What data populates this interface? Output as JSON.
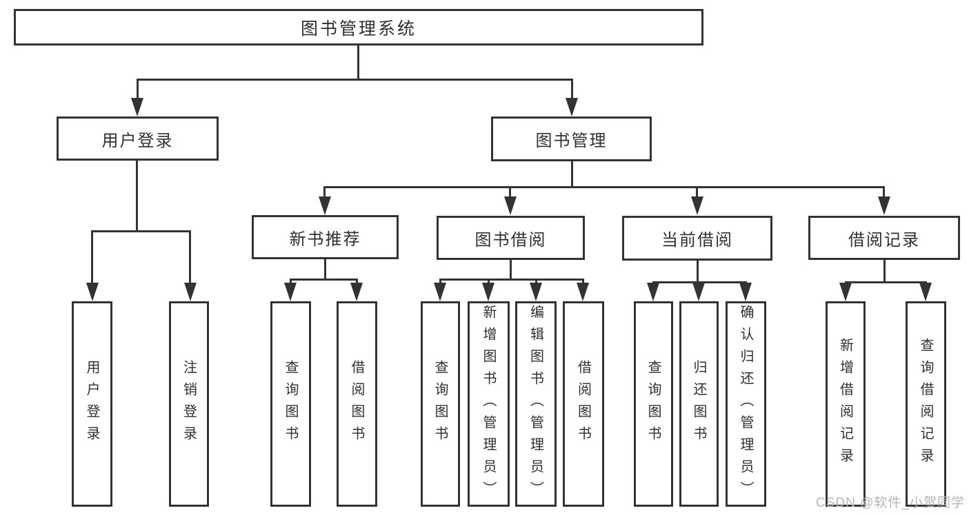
{
  "nodes": {
    "root": "图书管理系统",
    "user_login": "用户登录",
    "book_mgmt": "图书管理",
    "ul_user_login": "用户登录",
    "ul_logout": "注销登录",
    "new_book": "新书推荐",
    "book_borrow": "图书借阅",
    "current_borrow": "当前借阅",
    "borrow_record": "借阅记录",
    "nb_query": "查询图书",
    "nb_borrow": "借阅图书",
    "bb_query": "查询图书",
    "bb_add": "新增图书（管理员）",
    "bb_edit": "编辑图书（管理员）",
    "bb_borrow": "借阅图书",
    "cb_query": "查询图书",
    "cb_return": "归还图书",
    "cb_confirm": "确认归还（管理员）",
    "br_add": "新增借阅记录",
    "br_query": "查询借阅记录"
  },
  "watermark": "CSDN @软件_小贺同学",
  "colors": {
    "line": "#333333",
    "text": "#2f2f2f",
    "watermark": "#b5b5b5",
    "background": "#ffffff"
  }
}
